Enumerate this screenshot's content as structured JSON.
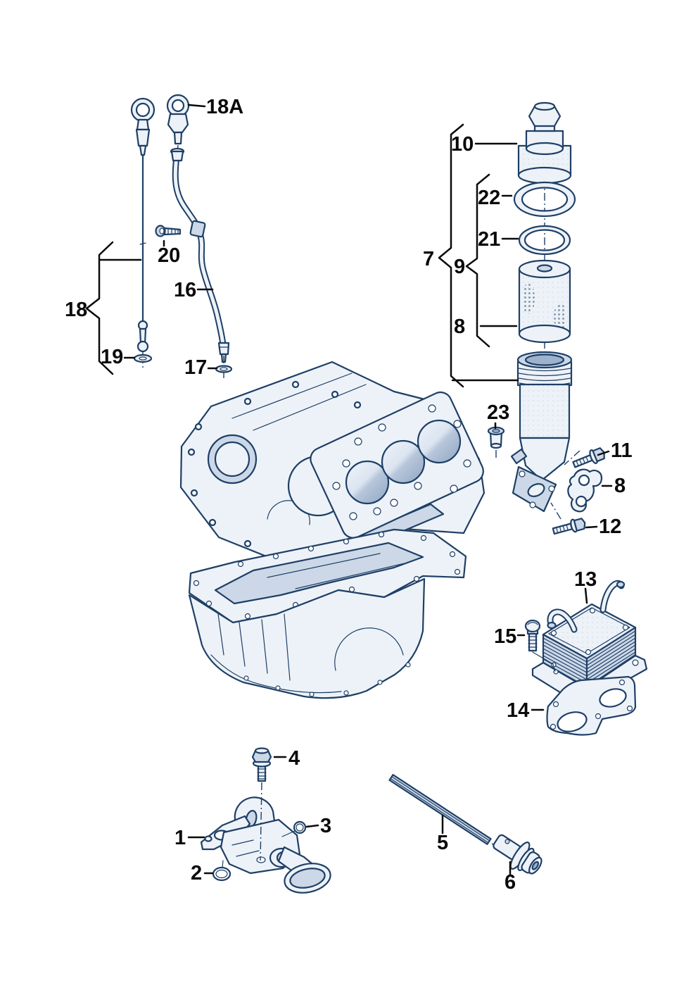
{
  "colors": {
    "line": "#1e3f66",
    "fill1": "#edf2f8",
    "fill2": "#ccd8e7",
    "fill3": "#9db2cc",
    "label": "#0a0a0a",
    "bg": "#ffffff"
  },
  "callouts": {
    "n1": "1",
    "n2": "2",
    "n3": "3",
    "n4": "4",
    "n5": "5",
    "n6": "6",
    "n7": "7",
    "n8_element": "8",
    "n8_gasket": "8",
    "n9": "9",
    "n10": "10",
    "n11": "11",
    "n12": "12",
    "n13": "13",
    "n14": "14",
    "n15": "15",
    "n16": "16",
    "n17": "17",
    "n18": "18",
    "n18a": "18A",
    "n19": "19",
    "n20": "20",
    "n21": "21",
    "n22": "22",
    "n23": "23"
  }
}
